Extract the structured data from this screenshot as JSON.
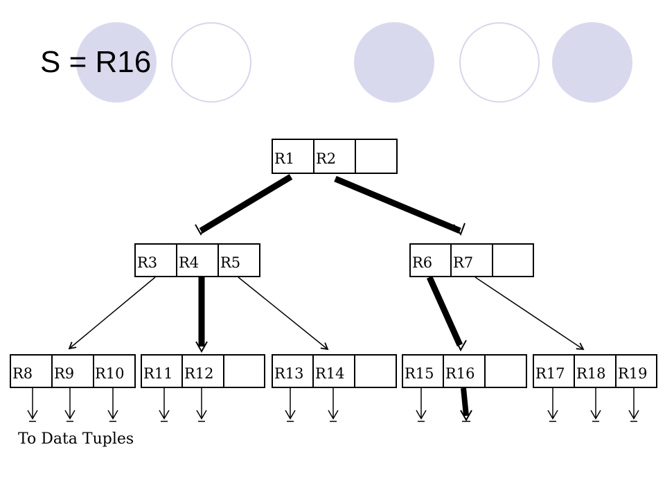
{
  "title": "S = R16",
  "colors": {
    "circle_fill": "#d9d9ee",
    "circle_outline": "#d6d6ec",
    "ink": "#000000"
  },
  "tree": {
    "root": {
      "slots": [
        "R1",
        "R2",
        ""
      ]
    },
    "level1": [
      {
        "slots": [
          "R3",
          "R4",
          "R5"
        ]
      },
      {
        "slots": [
          "R6",
          "R7",
          ""
        ]
      }
    ],
    "leaves": [
      {
        "slots": [
          "R8",
          "R9",
          "R10"
        ]
      },
      {
        "slots": [
          "R11",
          "R12",
          ""
        ]
      },
      {
        "slots": [
          "R13",
          "R14",
          ""
        ]
      },
      {
        "slots": [
          "R15",
          "R16",
          ""
        ]
      },
      {
        "slots": [
          "R17",
          "R18",
          "R19"
        ]
      }
    ],
    "search_path": [
      "R1",
      "R2",
      "R4",
      "R6",
      "R16"
    ]
  },
  "caption": "To Data Tuples"
}
